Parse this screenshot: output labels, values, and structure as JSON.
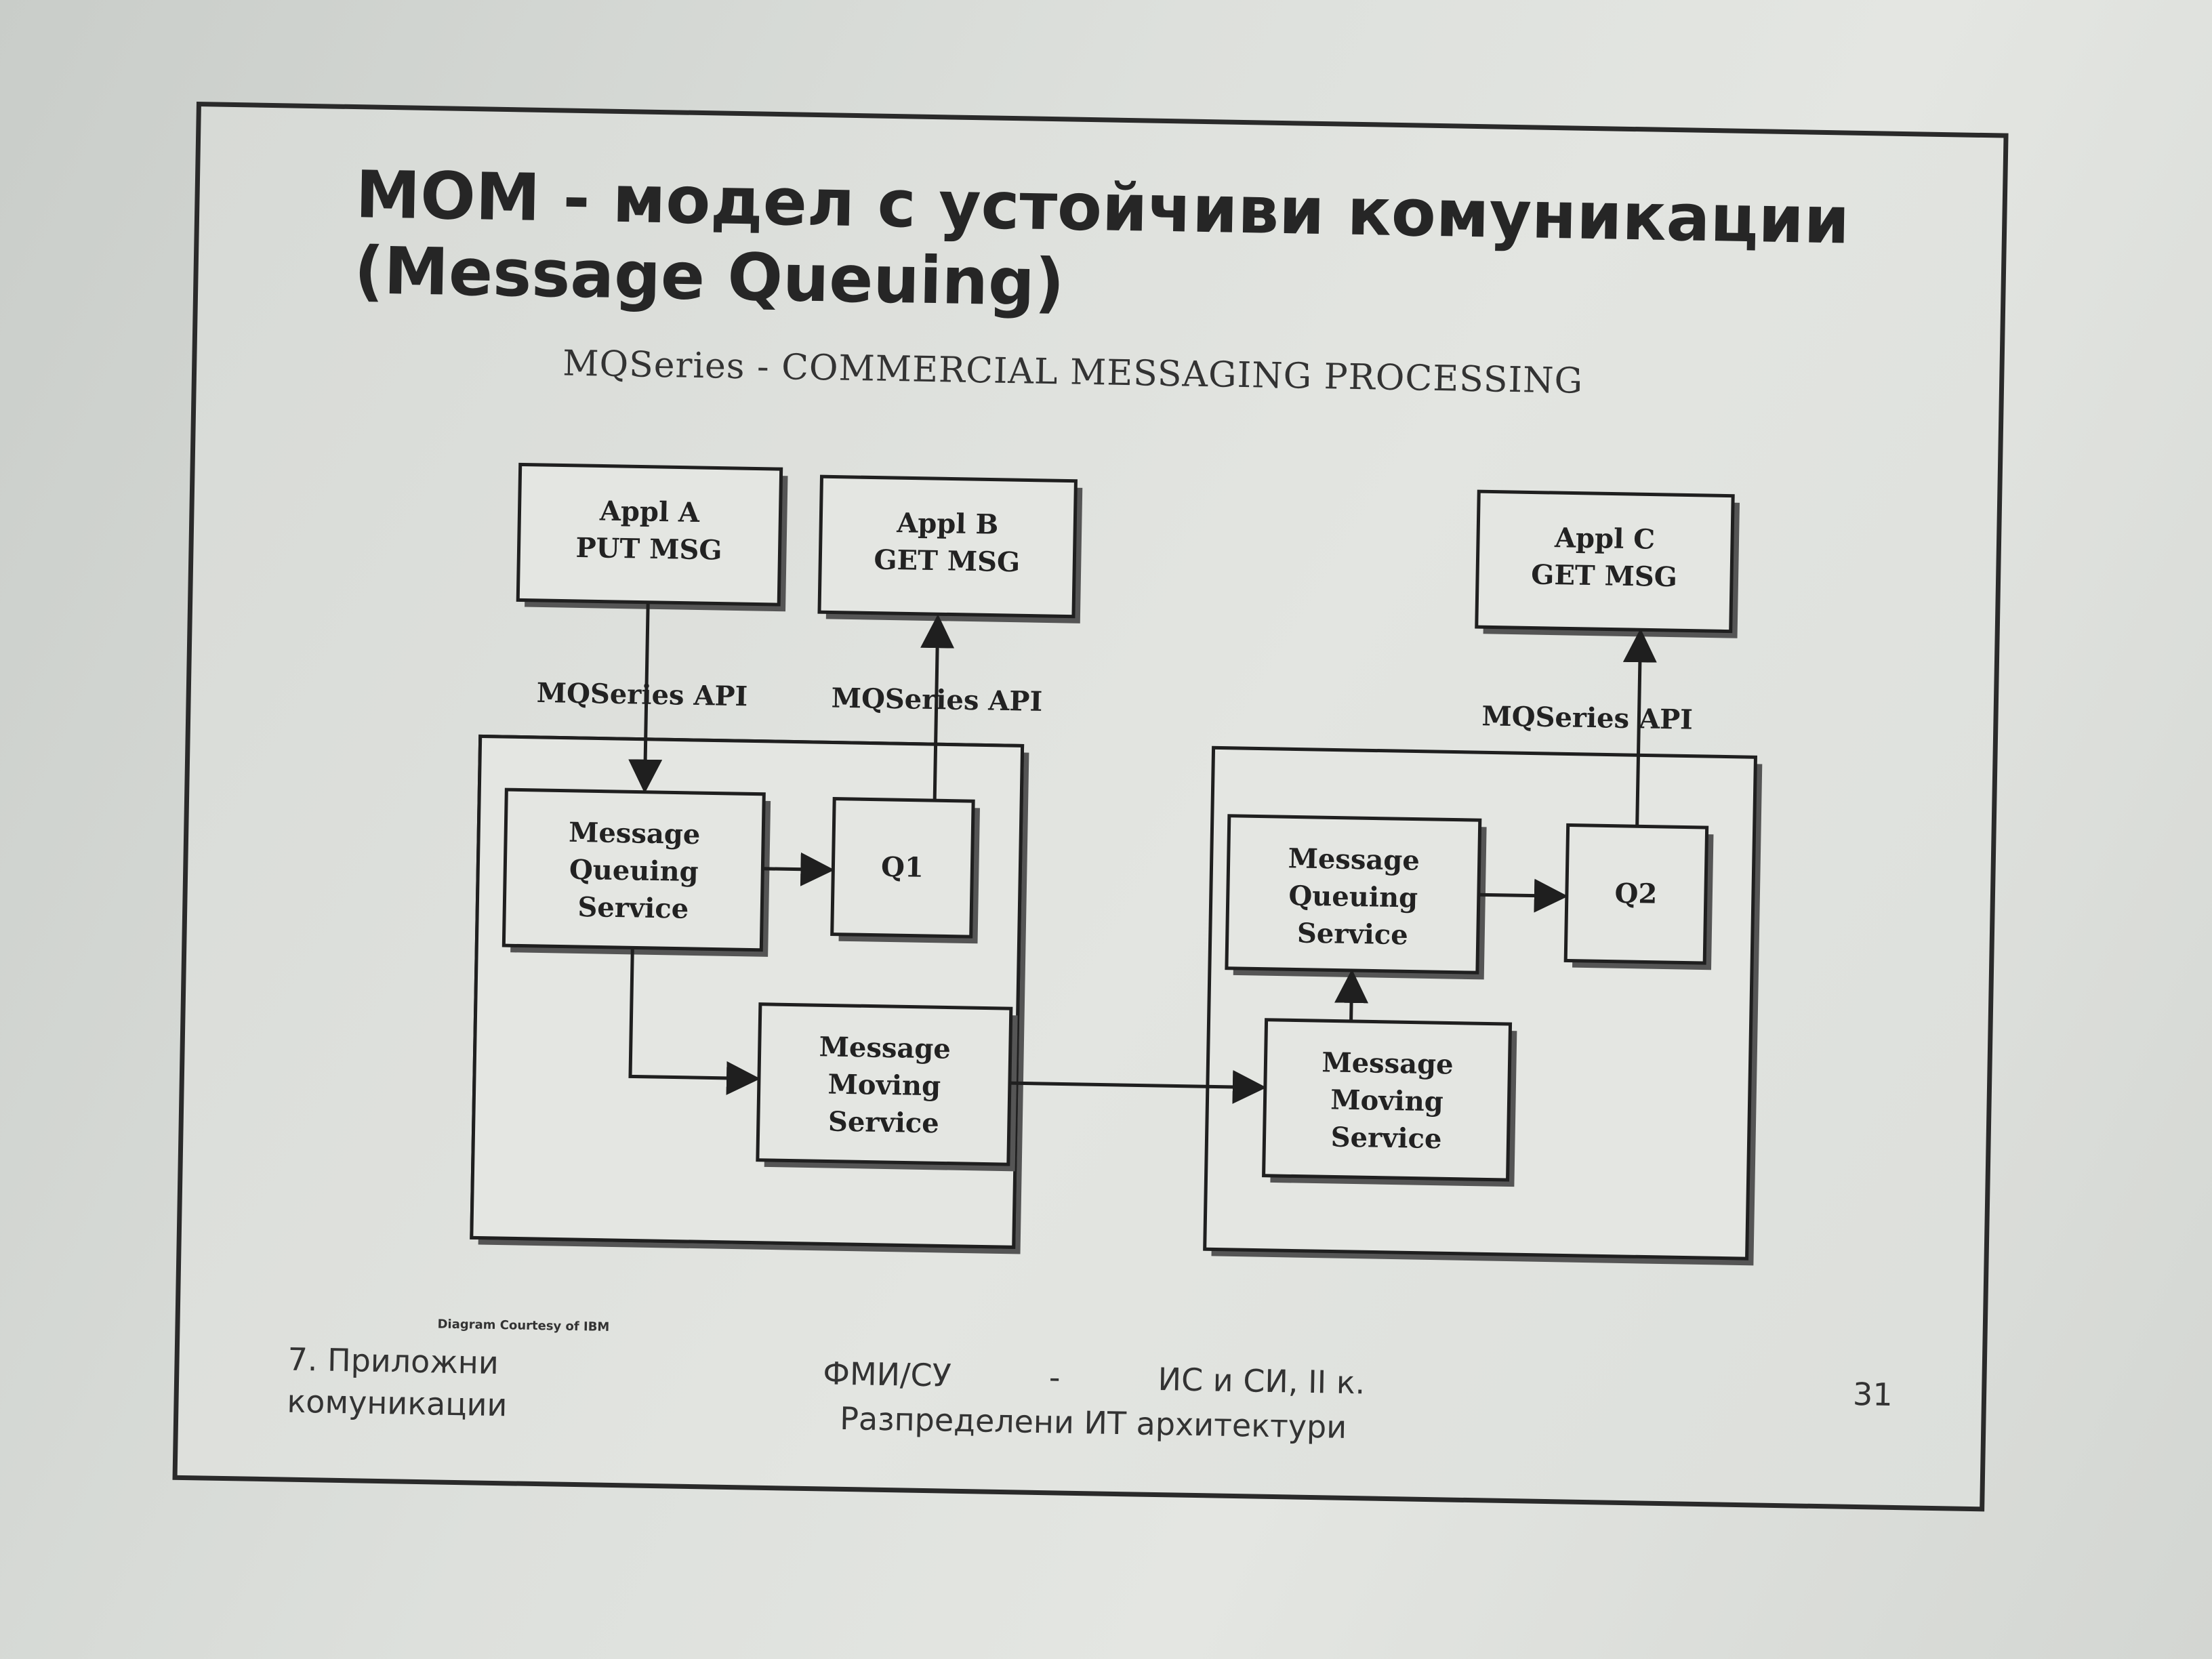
{
  "slide": {
    "title_line1": "МОМ - модел с устойчиви комуникации",
    "title_line2": "(Message Queuing)",
    "subtitle": "MQSeries - COMMERCIAL MESSAGING PROCESSING",
    "credit": "Diagram Courtesy of IBM"
  },
  "diagram": {
    "appl_a": {
      "line1": "Appl A",
      "line2": "PUT MSG"
    },
    "appl_b": {
      "line1": "Appl B",
      "line2": "GET MSG"
    },
    "appl_c": {
      "line1": "Appl C",
      "line2": "GET MSG"
    },
    "api_label_a": "MQSeries API",
    "api_label_b": "MQSeries API",
    "api_label_c": "MQSeries API",
    "mqs_1": {
      "line1": "Message",
      "line2": "Queuing",
      "line3": "Service"
    },
    "mms_1": {
      "line1": "Message",
      "line2": "Moving",
      "line3": "Service"
    },
    "mqs_2": {
      "line1": "Message",
      "line2": "Queuing",
      "line3": "Service"
    },
    "mms_2": {
      "line1": "Message",
      "line2": "Moving",
      "line3": "Service"
    },
    "q1": "Q1",
    "q2": "Q2"
  },
  "footer": {
    "left_line1": "7. Приложни",
    "left_line2": "комуникации",
    "center_part1": "ФМИ/СУ",
    "center_sep": "-",
    "center_part2": "ИС и СИ, II к.",
    "center_line2": "Разпределени ИТ архитектури",
    "page_number": "31"
  }
}
